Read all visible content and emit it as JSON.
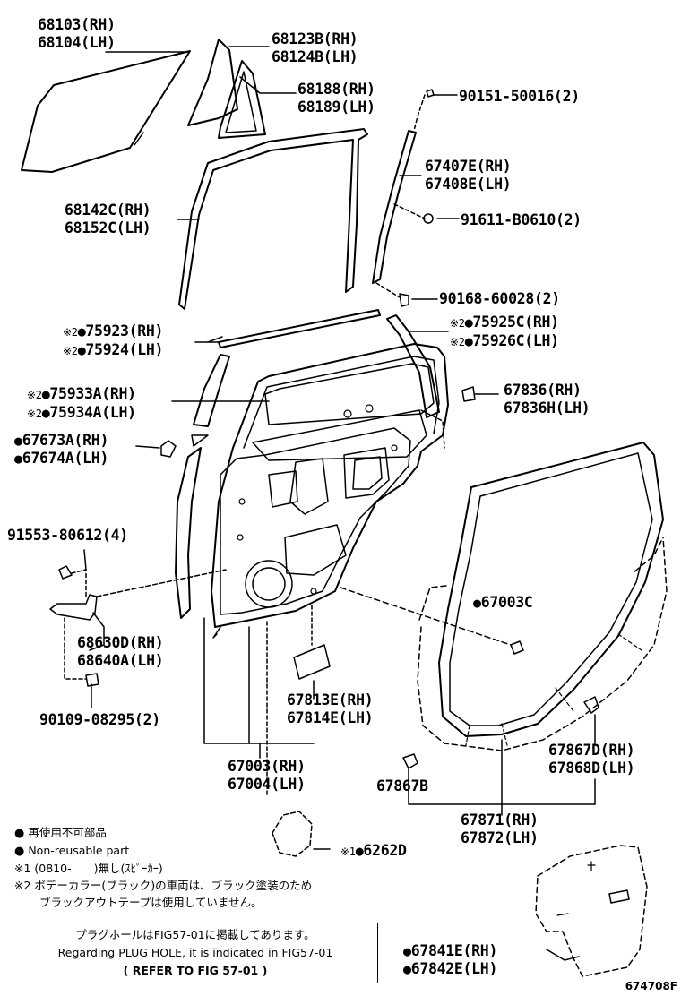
{
  "parts": {
    "p68103": [
      "68103(RH)",
      "68104(LH)"
    ],
    "p68123": [
      "68123B(RH)",
      "68124B(LH)"
    ],
    "p68188": [
      "68188(RH)",
      "68189(LH)"
    ],
    "p90151": [
      "90151-50016(2)"
    ],
    "p67407": [
      "67407E(RH)",
      "67408E(LH)"
    ],
    "p68142": [
      "68142C(RH)",
      "68152C(LH)"
    ],
    "p91611": [
      "91611-B0610(2)"
    ],
    "p90168": [
      "90168-60028(2)"
    ],
    "p75923": [
      "75923(RH)",
      "75924(LH)"
    ],
    "p75925": [
      "75925C(RH)",
      "75926C(LH)"
    ],
    "p75933": [
      "75933A(RH)",
      "75934A(LH)"
    ],
    "p67836": [
      "67836(RH)",
      "67836H(LH)"
    ],
    "p67673": [
      "67673A(RH)",
      "67674A(LH)"
    ],
    "p91553": [
      "91553-80612(4)"
    ],
    "p67003c": [
      "67003C"
    ],
    "p68630": [
      "68630D(RH)",
      "68640A(LH)"
    ],
    "p90109": [
      "90109-08295(2)"
    ],
    "p67813": [
      "67813E(RH)",
      "67814E(LH)"
    ],
    "p67867d": [
      "67867D(RH)",
      "67868D(LH)"
    ],
    "p67003": [
      "67003(RH)",
      "67004(LH)"
    ],
    "p67867b": [
      "67867B"
    ],
    "p67871": [
      "67871(RH)",
      "67872(LH)"
    ],
    "p6262": [
      "6262D"
    ],
    "p67841": [
      "67841E(RH)",
      "67842E(LH)"
    ]
  },
  "marks": {
    "m1": "※1",
    "m2": "※2"
  },
  "legend": {
    "l1": "再使用不可部品",
    "l2": "Non-reusable part",
    "l3": "※1 (0810-　　)無し(ｽﾋﾟｰｶｰ)",
    "l4": "※2 ボデーカラー(ブラック)の車両は、ブラック塗装のため",
    "l5": "ブラックアウトテープは使用していません。"
  },
  "note": {
    "n1": "プラグホールはFIG57-01に掲載してあります。",
    "n2": "Regarding PLUG HOLE, it is indicated in FIG57-01",
    "n3": "( REFER TO FIG 57-01 )"
  },
  "figure_number": "674708F"
}
